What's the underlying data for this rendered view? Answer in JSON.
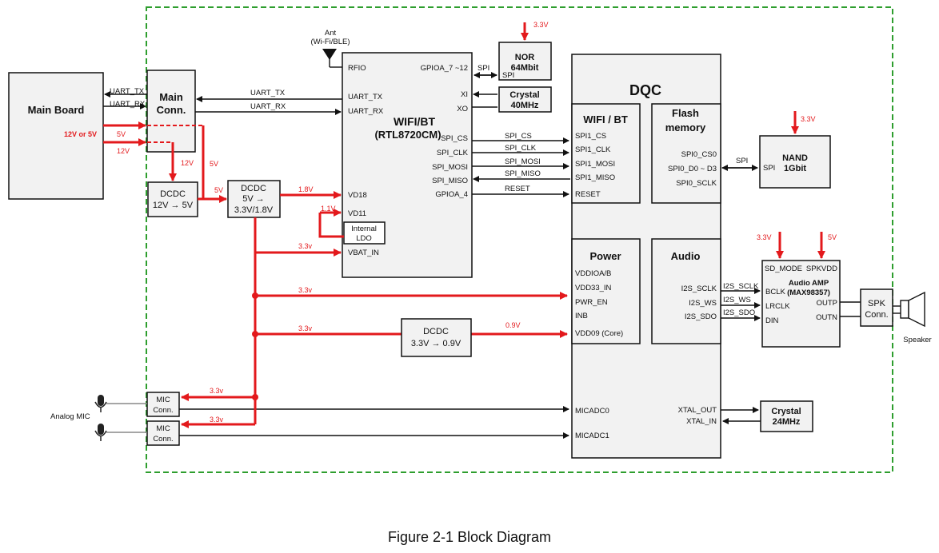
{
  "caption": "Figure 2-1 Block Diagram",
  "colors": {
    "power": "#e3191c",
    "border": "#2e9e2e",
    "box_fill": "#f2f2f2"
  },
  "blocks": {
    "main_board": "Main Board",
    "main_conn": [
      "Main",
      "Conn."
    ],
    "dcdc1": [
      "DCDC",
      "12V → 5V"
    ],
    "dcdc2": [
      "DCDC",
      "5V →",
      "3.3V/1.8V"
    ],
    "dcdc3": [
      "DCDC",
      "3.3V → 0.9V"
    ],
    "wifi": [
      "WIFI/BT",
      "(RTL8720CM)"
    ],
    "internal_ldo": [
      "Internal",
      "LDO"
    ],
    "nor": [
      "NOR",
      "64Mbit"
    ],
    "crystal40": [
      "Crystal",
      "40MHz"
    ],
    "dqc": "DQC",
    "dqc_wifi": "WIFI / BT",
    "dqc_flash": [
      "Flash",
      "memory"
    ],
    "dqc_power": "Power",
    "dqc_audio": "Audio",
    "nand": [
      "NAND",
      "1Gbit"
    ],
    "amp": [
      "Audio AMP",
      "(MAX98357)"
    ],
    "spk_conn": [
      "SPK",
      "Conn."
    ],
    "mic_conn": [
      "MIC",
      "Conn."
    ],
    "crystal24": [
      "Crystal",
      "24MHz"
    ],
    "antenna": [
      "Ant",
      "(Wi-Fi/BLE)"
    ],
    "speaker": "Speaker",
    "analog_mic": "Analog MIC"
  },
  "pins": {
    "wifi_left": [
      "RFIO",
      "UART_TX",
      "UART_RX",
      "VD18",
      "VD11",
      "VBAT_IN"
    ],
    "wifi_right": [
      "GPIOA_7 ~12",
      "XI",
      "XO",
      "SPI_CS",
      "SPI_CLK",
      "SPI_MOSI",
      "SPI_MISO",
      "GPIOA_4"
    ],
    "dqc_wifi": [
      "SPI1_CS",
      "SPI1_CLK",
      "SPI1_MOSI",
      "SPI1_MISO",
      "RESET"
    ],
    "dqc_flash": [
      "SPI0_CS0",
      "SPI0_D0 ~ D3",
      "SPI0_SCLK"
    ],
    "dqc_power": [
      "VDDIOA/B",
      "VDD33_IN",
      "PWR_EN",
      "INB",
      "VDD09 (Core)"
    ],
    "dqc_audio": [
      "I2S_SCLK",
      "I2S_WS",
      "I2S_SDO"
    ],
    "dqc_bottom": [
      "MICADC0",
      "MICADC1",
      "XTAL_OUT",
      "XTAL_IN"
    ],
    "amp_top": [
      "SD_MODE",
      "SPKVDD"
    ],
    "amp_left": [
      "BCLK",
      "LRCLK",
      "DIN"
    ],
    "amp_right": [
      "OUTP",
      "OUTN"
    ],
    "nand": "SPI",
    "nor": "SPI"
  },
  "signals": {
    "uart_tx": "UART_TX",
    "uart_rx": "UART_RX",
    "spi": "SPI",
    "spi_cs": "SPI_CS",
    "spi_clk": "SPI_CLK",
    "spi_mosi": "SPI_MOSI",
    "spi_miso": "SPI_MISO",
    "reset": "RESET",
    "i2s_sclk": "I2S_SCLK",
    "i2s_ws": "I2S_WS",
    "i2s_sdo": "I2S_SDO"
  },
  "rails": {
    "v3_3": "3.3V",
    "v3_3_lower": "3.3v",
    "v5": "5V",
    "v12": "12V",
    "v1_8": "1.8V",
    "v1_1": "1.1V",
    "v0_9": "0.9V",
    "input": "12V or 5V"
  }
}
